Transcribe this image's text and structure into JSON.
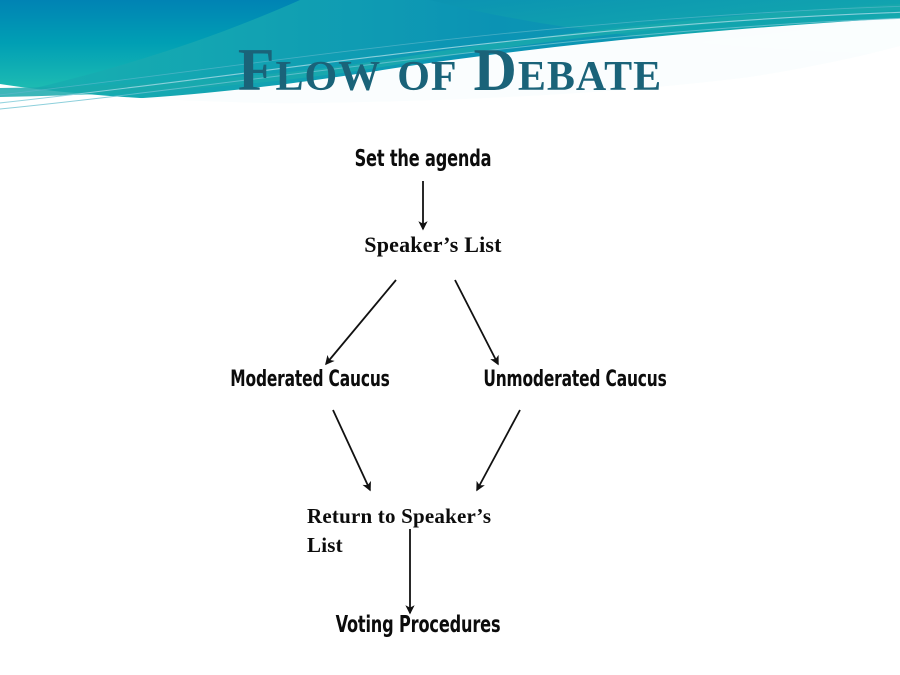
{
  "slide": {
    "title": "Flow of Debate",
    "background_color": "#ffffff",
    "title_color": "#1a6379",
    "banner": {
      "gradient_start": "#0089b0",
      "gradient_end": "#1fbdb2",
      "accent_color": "#0e9aad",
      "shape_name": "teal-wave-banner"
    }
  },
  "flowchart": {
    "type": "flow-diagram",
    "node_text_color": "#0c0c0c",
    "nodes": [
      {
        "id": "set-the-agenda",
        "label": "Set the agenda"
      },
      {
        "id": "speakers-list",
        "label": "Speaker’s List"
      },
      {
        "id": "moderated-caucus",
        "label": "Moderated Caucus"
      },
      {
        "id": "unmoderated-caucus",
        "label": "Unmoderated Caucus"
      },
      {
        "id": "return-to-speakers-list",
        "label": "Return to Speaker’s\nList"
      },
      {
        "id": "voting-procedures",
        "label": "Voting Procedures"
      }
    ],
    "edges": [
      {
        "from": "set-the-agenda",
        "to": "speakers-list",
        "style": "straight-down"
      },
      {
        "from": "speakers-list",
        "to": "moderated-caucus",
        "style": "diagonal-down-left"
      },
      {
        "from": "speakers-list",
        "to": "unmoderated-caucus",
        "style": "diagonal-down-right"
      },
      {
        "from": "moderated-caucus",
        "to": "return-to-speakers-list",
        "style": "diagonal-down-right"
      },
      {
        "from": "unmoderated-caucus",
        "to": "return-to-speakers-list",
        "style": "diagonal-down-left"
      },
      {
        "from": "return-to-speakers-list",
        "to": "voting-procedures",
        "style": "straight-down"
      }
    ]
  }
}
